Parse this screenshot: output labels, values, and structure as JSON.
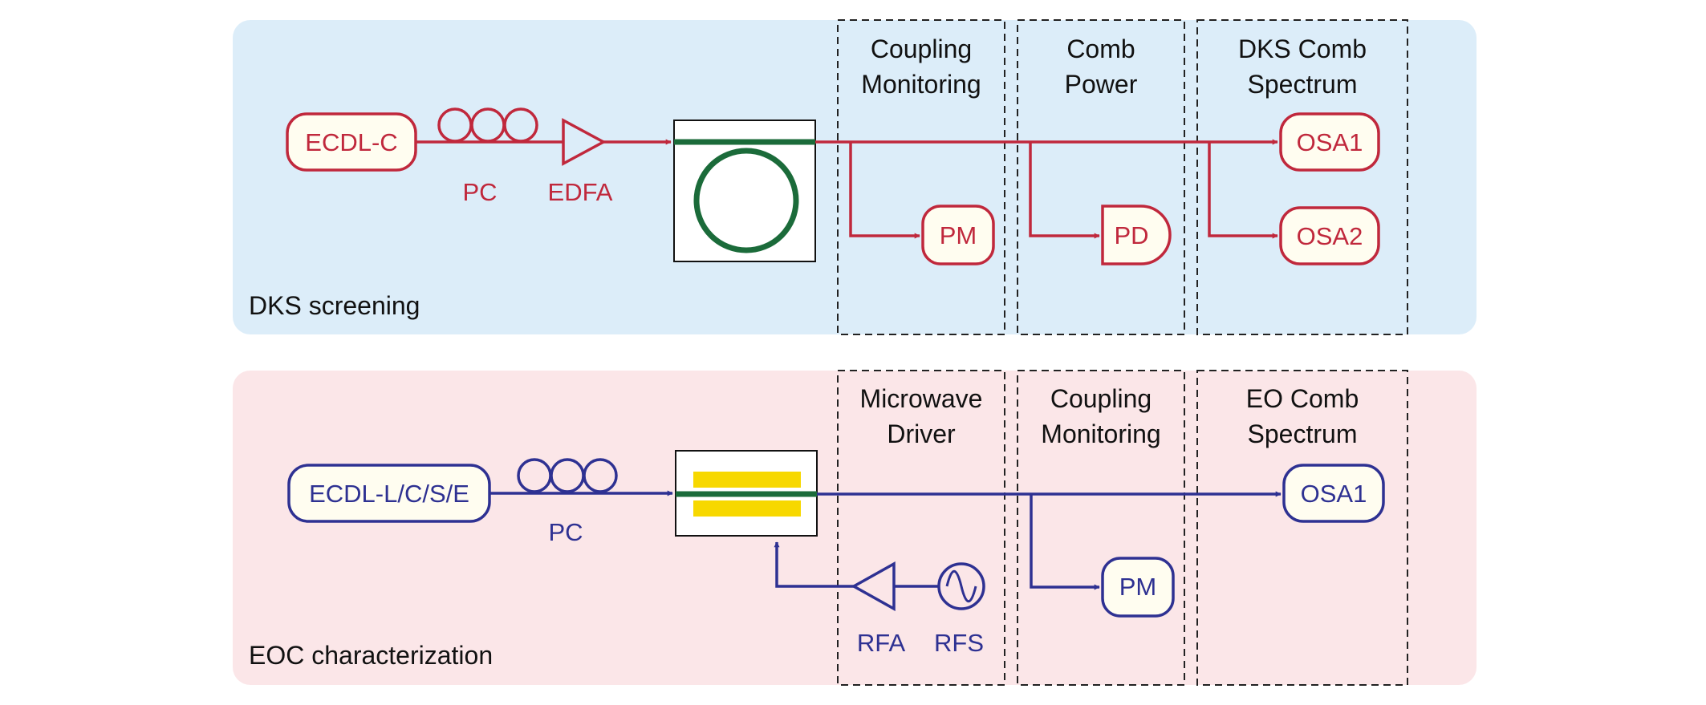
{
  "colors": {
    "red": "#c0283c",
    "blue": "#2e3192",
    "green": "#1b6b3a",
    "yellow": "#f7d800",
    "panel_top_bg": "#dcedf9",
    "panel_bottom_bg": "#fbe6e8"
  },
  "top_panel": {
    "caption": "DKS screening",
    "laser": "ECDL-C",
    "pc": "PC",
    "amplifier": "EDFA",
    "section1": {
      "line1": "Coupling",
      "line2": "Monitoring"
    },
    "section2": {
      "line1": "Comb",
      "line2": "Power"
    },
    "section3": {
      "line1": "DKS Comb",
      "line2": "Spectrum"
    },
    "pm": "PM",
    "pd": "PD",
    "osa1": "OSA1",
    "osa2": "OSA2"
  },
  "bottom_panel": {
    "caption": "EOC characterization",
    "laser": "ECDL-L/C/S/E",
    "pc": "PC",
    "section1": {
      "line1": "Microwave",
      "line2": "Driver"
    },
    "section2": {
      "line1": "Coupling",
      "line2": "Monitoring"
    },
    "section3": {
      "line1": "EO Comb",
      "line2": "Spectrum"
    },
    "rfa": "RFA",
    "rfs": "RFS",
    "pm": "PM",
    "osa1": "OSA1"
  }
}
